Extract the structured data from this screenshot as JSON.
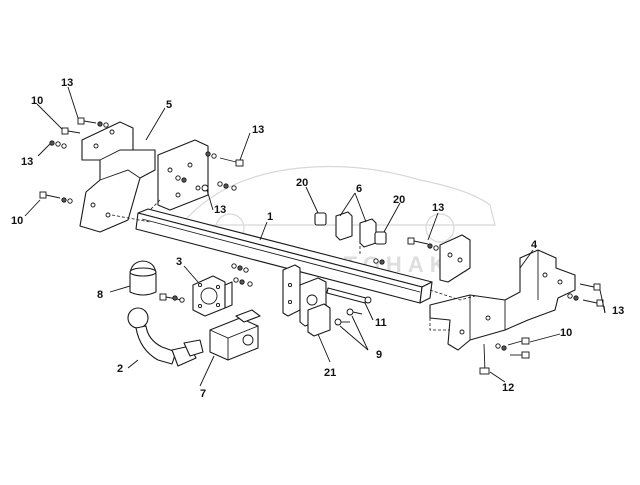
{
  "watermark": {
    "text": "AUTOHAKA"
  },
  "callouts": [
    {
      "id": "c1",
      "label": "1"
    },
    {
      "id": "c2",
      "label": "2"
    },
    {
      "id": "c3",
      "label": "3"
    },
    {
      "id": "c4",
      "label": "4"
    },
    {
      "id": "c5",
      "label": "5"
    },
    {
      "id": "c6",
      "label": "6"
    },
    {
      "id": "c7",
      "label": "7"
    },
    {
      "id": "c8",
      "label": "8"
    },
    {
      "id": "c9",
      "label": "9"
    },
    {
      "id": "c10a",
      "label": "10"
    },
    {
      "id": "c10b",
      "label": "10"
    },
    {
      "id": "c10c",
      "label": "10"
    },
    {
      "id": "c11",
      "label": "11"
    },
    {
      "id": "c12",
      "label": "12"
    },
    {
      "id": "c13a",
      "label": "13"
    },
    {
      "id": "c13b",
      "label": "13"
    },
    {
      "id": "c13c",
      "label": "13"
    },
    {
      "id": "c13d",
      "label": "13"
    },
    {
      "id": "c13e",
      "label": "13"
    },
    {
      "id": "c13f",
      "label": "13"
    },
    {
      "id": "c20a",
      "label": "20"
    },
    {
      "id": "c20b",
      "label": "20"
    },
    {
      "id": "c21",
      "label": "21"
    }
  ]
}
